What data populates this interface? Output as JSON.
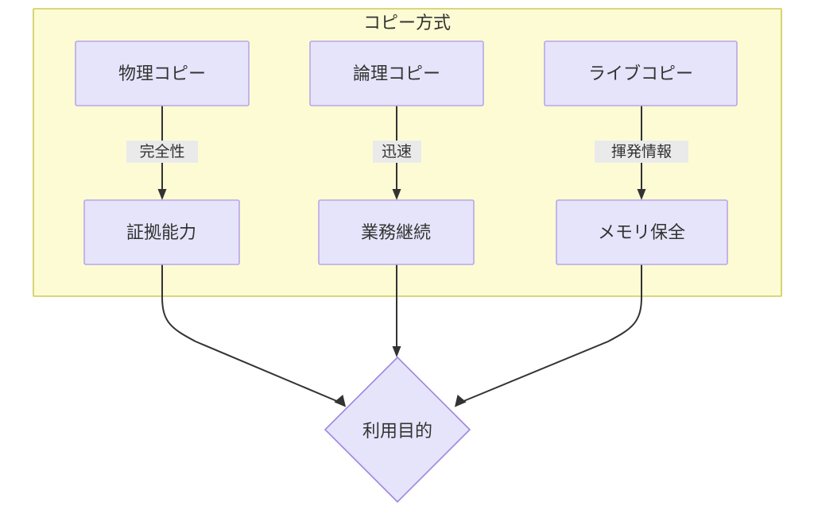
{
  "diagram": {
    "title_visible": false,
    "type": "flowchart",
    "direction": "top-down",
    "cluster": {
      "id": "copy-methods",
      "title": "コピー方式",
      "fill": "#fdfbd4",
      "stroke": "#cdca54"
    },
    "node_style": {
      "fill": "#e6e4fa",
      "stroke": "#b8a6e8",
      "text_color": "#333333"
    },
    "decision_style": {
      "fill": "#e6e4fa",
      "stroke": "#9e86e0"
    },
    "edge_color": "#333333",
    "edge_label_bg": "#eaeaea",
    "nodes": [
      {
        "id": "physical-copy",
        "label": "物理コピー",
        "shape": "rect",
        "group": "cluster"
      },
      {
        "id": "logical-copy",
        "label": "論理コピー",
        "shape": "rect",
        "group": "cluster"
      },
      {
        "id": "live-copy",
        "label": "ライブコピー",
        "shape": "rect",
        "group": "cluster"
      },
      {
        "id": "evidence-power",
        "label": "証拠能力",
        "shape": "rect",
        "group": "cluster"
      },
      {
        "id": "business-cont",
        "label": "業務継続",
        "shape": "rect",
        "group": "cluster"
      },
      {
        "id": "memory-preserve",
        "label": "メモリ保全",
        "shape": "rect",
        "group": "cluster"
      },
      {
        "id": "purpose",
        "label": "利用目的",
        "shape": "diamond",
        "group": "root"
      }
    ],
    "edges": [
      {
        "from": "physical-copy",
        "to": "evidence-power",
        "label": "完全性",
        "style": "straight"
      },
      {
        "from": "logical-copy",
        "to": "business-cont",
        "label": "迅速",
        "style": "straight"
      },
      {
        "from": "live-copy",
        "to": "memory-preserve",
        "label": "揮発情報",
        "style": "straight"
      },
      {
        "from": "evidence-power",
        "to": "purpose",
        "label": "",
        "style": "curved"
      },
      {
        "from": "business-cont",
        "to": "purpose",
        "label": "",
        "style": "straight"
      },
      {
        "from": "memory-preserve",
        "to": "purpose",
        "label": "",
        "style": "curved"
      }
    ]
  }
}
